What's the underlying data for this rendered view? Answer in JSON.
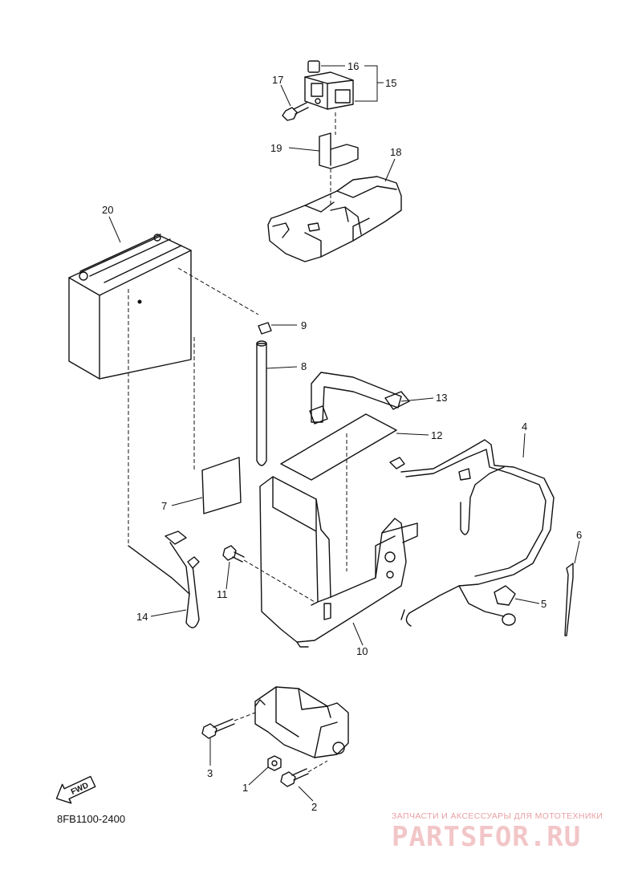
{
  "diagram": {
    "code": "8FB1100-2400",
    "fwd_label": "FWD",
    "callouts": [
      "1",
      "2",
      "3",
      "4",
      "5",
      "6",
      "7",
      "8",
      "9",
      "10",
      "11",
      "12",
      "13",
      "14",
      "15",
      "16",
      "17",
      "18",
      "19",
      "20"
    ]
  },
  "watermark": {
    "tagline": "ЗАПЧАСТИ И АКСЕССУАРЫ ДЛЯ МОТОТЕХНИКИ",
    "logo": "PARTSFOR.RU"
  },
  "colors": {
    "line": "#111111",
    "watermark_logo": "#f2c6c8",
    "watermark_text": "#e8a0a4"
  }
}
